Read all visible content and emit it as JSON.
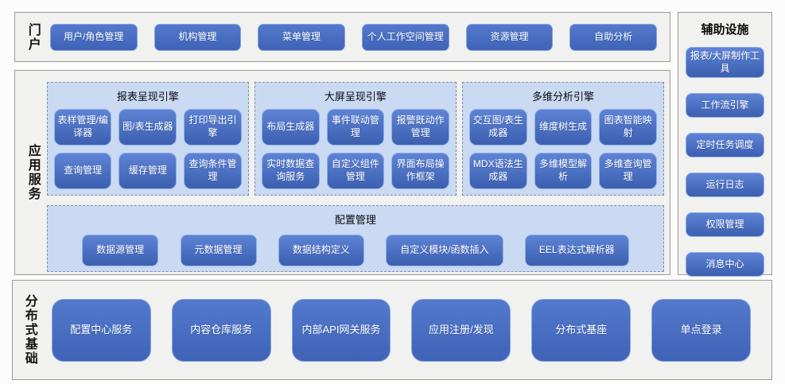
{
  "portal": {
    "label": "门户",
    "items": [
      "用户/角色管理",
      "机构管理",
      "菜单管理",
      "个人工作空间管理",
      "资源管理",
      "自助分析"
    ]
  },
  "app_services": {
    "label": "应用服务",
    "engines": [
      {
        "title": "报表呈现引擎",
        "items": [
          "表样管理/编译器",
          "图/表生成器",
          "打印导出引擎",
          "查询管理",
          "缓存管理",
          "查询条件管理"
        ]
      },
      {
        "title": "大屏呈现引擎",
        "items": [
          "布局生成器",
          "事件联动管理",
          "报警既动作管理",
          "实时数据查询服务",
          "自定义组件管理",
          "界面布局操作框架"
        ]
      },
      {
        "title": "多维分析引擎",
        "items": [
          "交互图/表生成器",
          "维度树生成",
          "图表智能映射",
          "MDX语法生成器",
          "多维模型解析",
          "多维查询管理"
        ]
      }
    ],
    "config": {
      "title": "配置管理",
      "items": [
        "数据源管理",
        "元数据管理",
        "数据结构定义",
        "自定义模块/函数插入",
        "EEL表达式解析器"
      ]
    }
  },
  "auxiliary": {
    "title": "辅助设施",
    "items": [
      "报表/大屏制作工具",
      "工作流引擎",
      "定时任务调度",
      "运行日志",
      "权限管理",
      "消息中心"
    ]
  },
  "distributed": {
    "label": "分布式基础",
    "items": [
      "配置中心服务",
      "内容仓库服务",
      "内部API网关服务",
      "应用注册/发现",
      "分布式基座",
      "单点登录"
    ]
  },
  "colors": {
    "block_blue": "#4472C4",
    "block_gradient_top": "#5E83D5",
    "block_gradient_bottom": "#3C5FB0",
    "block_border": "#8FB0E8",
    "group_background": "#CADAF3",
    "group_dashed_border": "#7F8DA5",
    "section_background": "#F1F1F0",
    "section_border": "#9B9B9B",
    "text_on_block": "#FFFFFF",
    "text_dark": "#141414"
  }
}
